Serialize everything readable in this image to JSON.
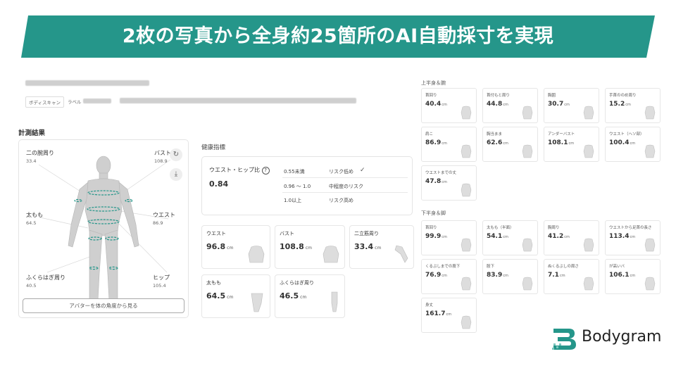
{
  "banner": {
    "title": "2枚の写真から全身約25箇所のAI自動採寸を実現",
    "color": "#25968a"
  },
  "header": {
    "tags": [
      "ボディスキャン",
      "ラベル"
    ]
  },
  "left": {
    "heading": "計測結果",
    "measurements": [
      {
        "label": "二の腕周り",
        "value": "33.4"
      },
      {
        "label": "バスト",
        "value": "108.9"
      },
      {
        "label": "太もも",
        "value": "64.5"
      },
      {
        "label": "ウエスト",
        "value": "86.9"
      },
      {
        "label": "ふくらはぎ周り",
        "value": "40.5"
      },
      {
        "label": "ヒップ",
        "value": "105.4"
      }
    ],
    "avatar_button": "アバターを体の角度から見る"
  },
  "health": {
    "heading": "健康指標",
    "whr_title": "ウエスト・ヒップ比",
    "whr_value": "0.84",
    "risks": [
      {
        "range": "0.55未満",
        "text": "リスク低め",
        "checked": true
      },
      {
        "range": "0.96 〜 1.0",
        "text": "中程度のリスク",
        "checked": false
      },
      {
        "range": "1.0以上",
        "text": "リスク高め",
        "checked": false
      }
    ]
  },
  "middle_cards": [
    {
      "label": "ウエスト",
      "value": "96.8",
      "unit": "cm"
    },
    {
      "label": "バスト",
      "value": "108.8",
      "unit": "cm"
    },
    {
      "label": "二立筋周り",
      "value": "33.4",
      "unit": "cm"
    },
    {
      "label": "太もも",
      "value": "64.5",
      "unit": "cm"
    },
    {
      "label": "ふくらはぎ周り",
      "value": "46.5",
      "unit": "cm"
    }
  ],
  "upper": {
    "heading": "上半身＆腕",
    "cards": [
      {
        "label": "首回り",
        "value": "40.4",
        "unit": "cm"
      },
      {
        "label": "首付もと周り",
        "value": "44.8",
        "unit": "cm"
      },
      {
        "label": "胸囲",
        "value": "30.7",
        "unit": "cm"
      },
      {
        "label": "手首ののめ周り",
        "value": "15.2",
        "unit": "cm"
      },
      {
        "label": "肩こ",
        "value": "86.9",
        "unit": "cm"
      },
      {
        "label": "胸当まま",
        "value": "62.6",
        "unit": "cm"
      },
      {
        "label": "アンダーバスト",
        "value": "108.1",
        "unit": "cm"
      },
      {
        "label": "ウエスト（ヘソ部）",
        "value": "100.4",
        "unit": "cm"
      },
      {
        "label": "ウエストまでの丈",
        "value": "47.8",
        "unit": "cm"
      }
    ]
  },
  "lower": {
    "heading": "下半身＆脚",
    "cards": [
      {
        "label": "首回り",
        "value": "99.9",
        "unit": "cm"
      },
      {
        "label": "太もも（半面）",
        "value": "54.1",
        "unit": "cm"
      },
      {
        "label": "胸周り",
        "value": "41.2",
        "unit": "cm"
      },
      {
        "label": "ウエストから足首の長さ",
        "value": "113.4",
        "unit": "cm"
      },
      {
        "label": "くるぶしまでの股下",
        "value": "76.9",
        "unit": "cm"
      },
      {
        "label": "股下",
        "value": "83.9",
        "unit": "cm"
      },
      {
        "label": "ぬくるぶしの周さ",
        "value": "7.1",
        "unit": "cm"
      },
      {
        "label": "が高いバ",
        "value": "106.1",
        "unit": "cm"
      },
      {
        "label": "身丈",
        "value": "161.7",
        "unit": "cm"
      }
    ]
  },
  "logo": {
    "text": "Bodygram",
    "color": "#25968a"
  }
}
